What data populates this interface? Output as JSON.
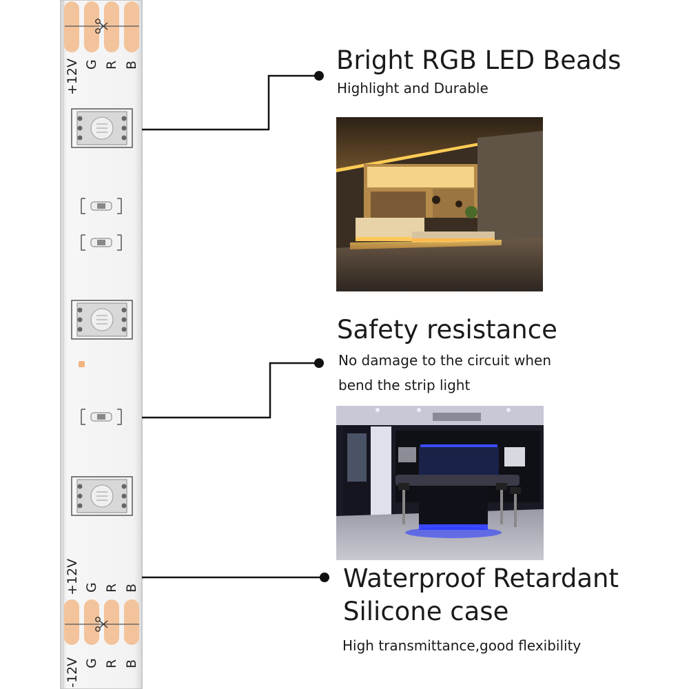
{
  "strip": {
    "labels": [
      "+12V",
      "G",
      "R",
      "B"
    ],
    "bottom_labels": [
      "-12V",
      "G",
      "R",
      "B"
    ],
    "cut_icon": "scissors-icon",
    "pad_color": "#f3c39b",
    "body_color": "#f2f2f2"
  },
  "features": [
    {
      "title": "Bright RGB LED Beads",
      "subtitle_lines": [
        "Highlight and Durable"
      ],
      "photo": "warm-led-lobby-photo"
    },
    {
      "title": "Safety resistance",
      "subtitle_lines": [
        "No damage to the circuit when",
        "bend the strip light"
      ],
      "photo": "blue-led-kitchen-photo"
    },
    {
      "title_lines": [
        "Waterproof Retardant",
        "Silicone case"
      ],
      "subtitle_lines": [
        "High transmittance,good flexibility"
      ]
    }
  ]
}
